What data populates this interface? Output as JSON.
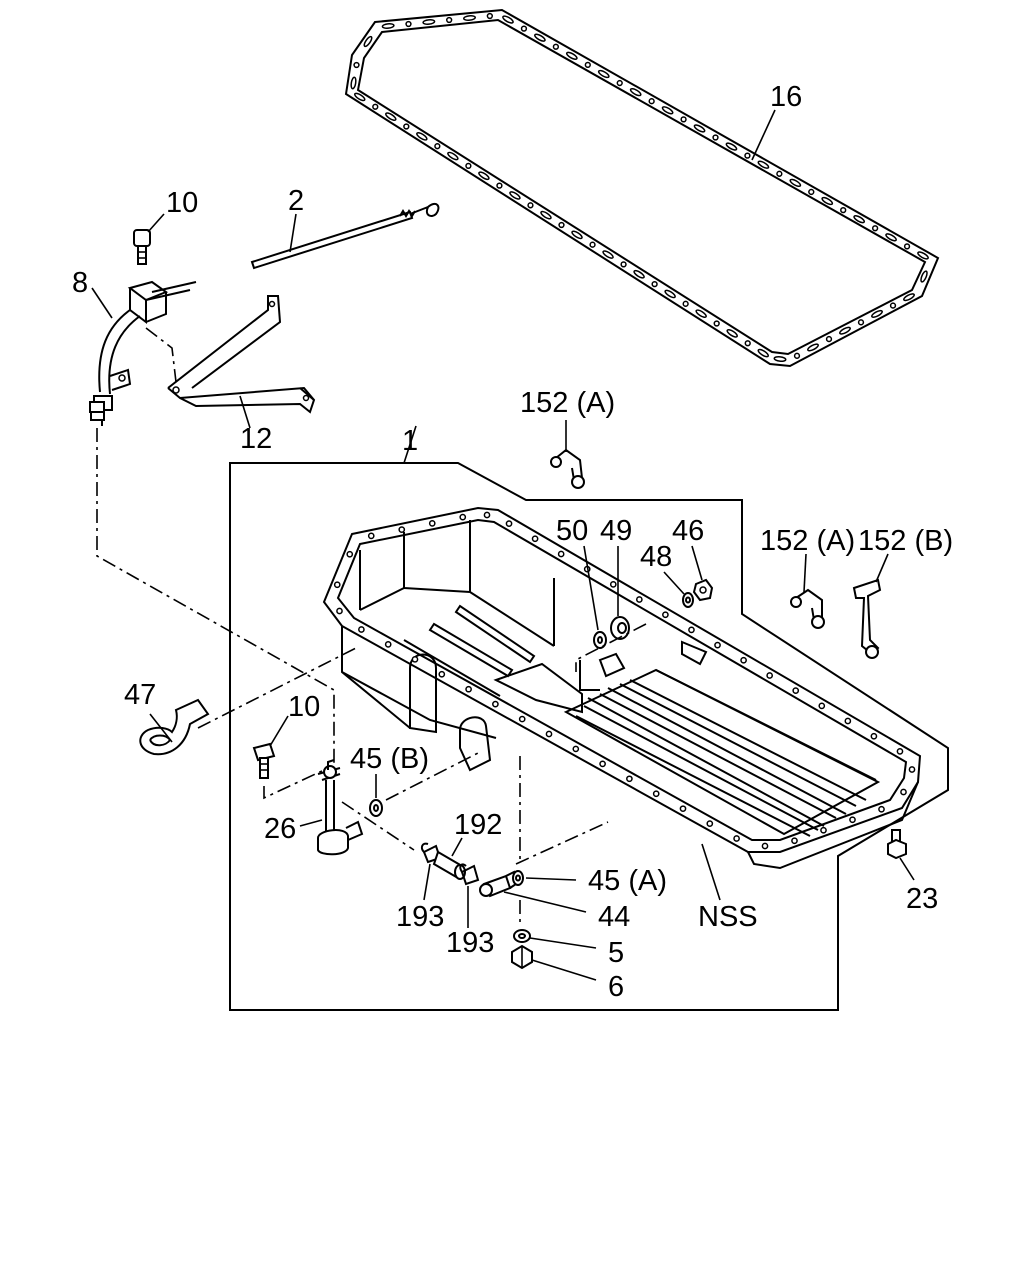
{
  "callouts": {
    "c16": "16",
    "c10_top": "10",
    "c2": "2",
    "c8": "8",
    "c12": "12",
    "c1": "1",
    "c152a_top": "152 (A)",
    "c50": "50",
    "c49": "49",
    "c48": "48",
    "c46": "46",
    "c152a_right": "152 (A)",
    "c152b": "152 (B)",
    "c47": "47",
    "c10_mid": "10",
    "c45b": "45 (B)",
    "c26": "26",
    "c192": "192",
    "c193_left": "193",
    "c193_right": "193",
    "c45a": "45 (A)",
    "c44": "44",
    "c5": "5",
    "c6": "6",
    "nss": "NSS",
    "c23": "23"
  }
}
